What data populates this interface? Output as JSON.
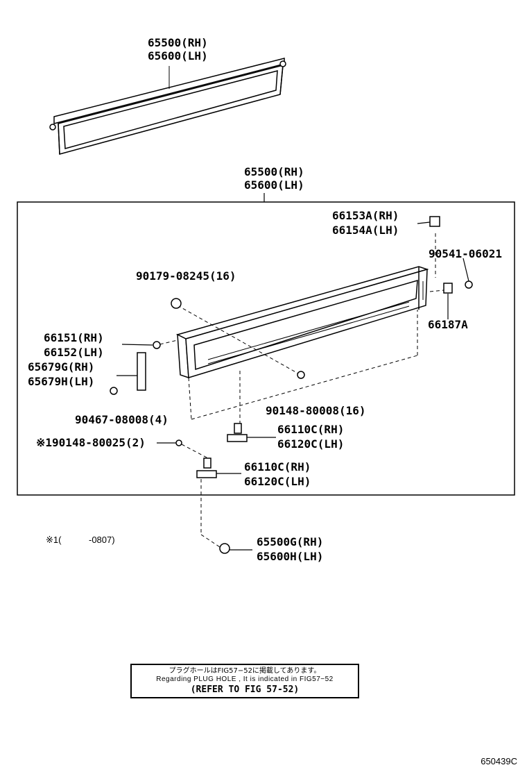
{
  "top_part": {
    "line1": "65500(RH)",
    "line2": "65600(LH)"
  },
  "group": {
    "line1": "65500(RH)",
    "line2": "65600(LH)"
  },
  "parts": {
    "p66153": {
      "line1": "66153A(RH)",
      "line2": "66154A(LH)"
    },
    "p90541": {
      "line1": "90541-06021"
    },
    "p90179": {
      "line1": "90179-08245(16)"
    },
    "p66187": {
      "line1": "66187A"
    },
    "p66151": {
      "line1": "66151(RH)",
      "line2": "66152(LH)"
    },
    "p65679": {
      "line1": "65679G(RH)",
      "line2": "65679H(LH)"
    },
    "p90148a": {
      "line1": "90148-80008(16)"
    },
    "p90467": {
      "line1": "90467-08008(4)"
    },
    "p66110a": {
      "line1": "66110C(RH)",
      "line2": "66120C(LH)"
    },
    "p90148b": {
      "line1": "※190148-80025(2)"
    },
    "p66110b": {
      "line1": "66110C(RH)",
      "line2": "66120C(LH)"
    },
    "p65500g": {
      "line1": "65500G(RH)",
      "line2": "65600H(LH)"
    }
  },
  "footnote": {
    "mark": "※1(",
    "range": "-0807)"
  },
  "note": {
    "jp": "プラグホールはFIG57−52に掲載してあります。",
    "en": "Regarding PLUG HOLE , It is indicated in FIG57−52",
    "ref": "(REFER TO FIG 57-52)"
  },
  "figure_id": "650439C"
}
